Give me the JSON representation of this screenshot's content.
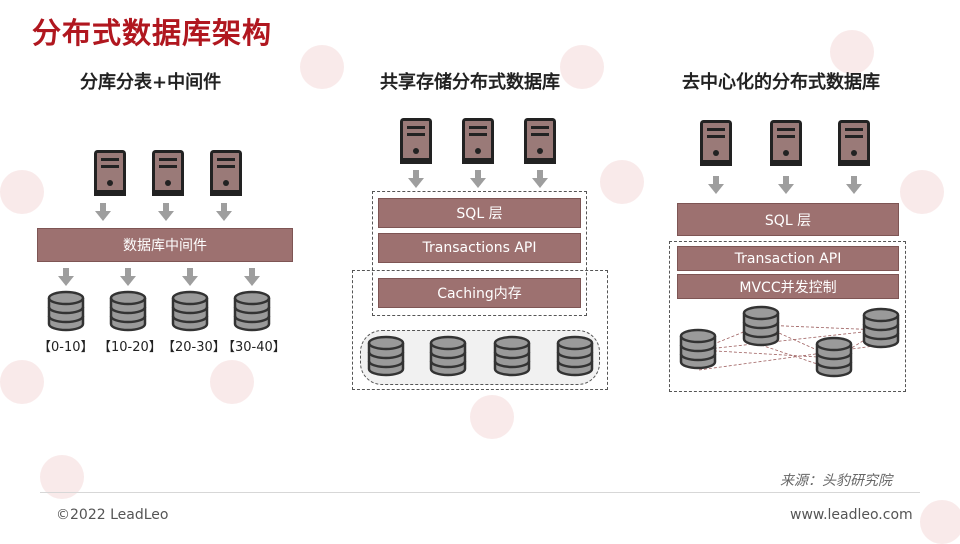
{
  "title": "分布式数据库架构",
  "sections": {
    "left": {
      "title": "分库分表+中间件",
      "middleware_label": "数据库中间件",
      "ranges": [
        "【0-10】",
        "【10-20】",
        "【20-30】",
        "【30-40】"
      ]
    },
    "middle": {
      "title": "共享存储分布式数据库",
      "layers": [
        "SQL 层",
        "Transactions API",
        "Caching内存"
      ]
    },
    "right": {
      "title": "去中心化的分布式数据库",
      "layers": [
        "SQL 层",
        "Transaction API",
        "MVCC并发控制"
      ]
    }
  },
  "source": "来源：头豹研究院",
  "footer": {
    "copyright": "©2022 LeadLeo",
    "website": "www.leadleo.com"
  },
  "colors": {
    "title": "#b0171f",
    "box_fill": "#9d7170",
    "icon_fill": "#9a7a78",
    "arrow": "#9e9e9e"
  },
  "icons": {
    "server": "server-icon",
    "database": "database-icon",
    "arrow": "arrow-down-icon"
  }
}
